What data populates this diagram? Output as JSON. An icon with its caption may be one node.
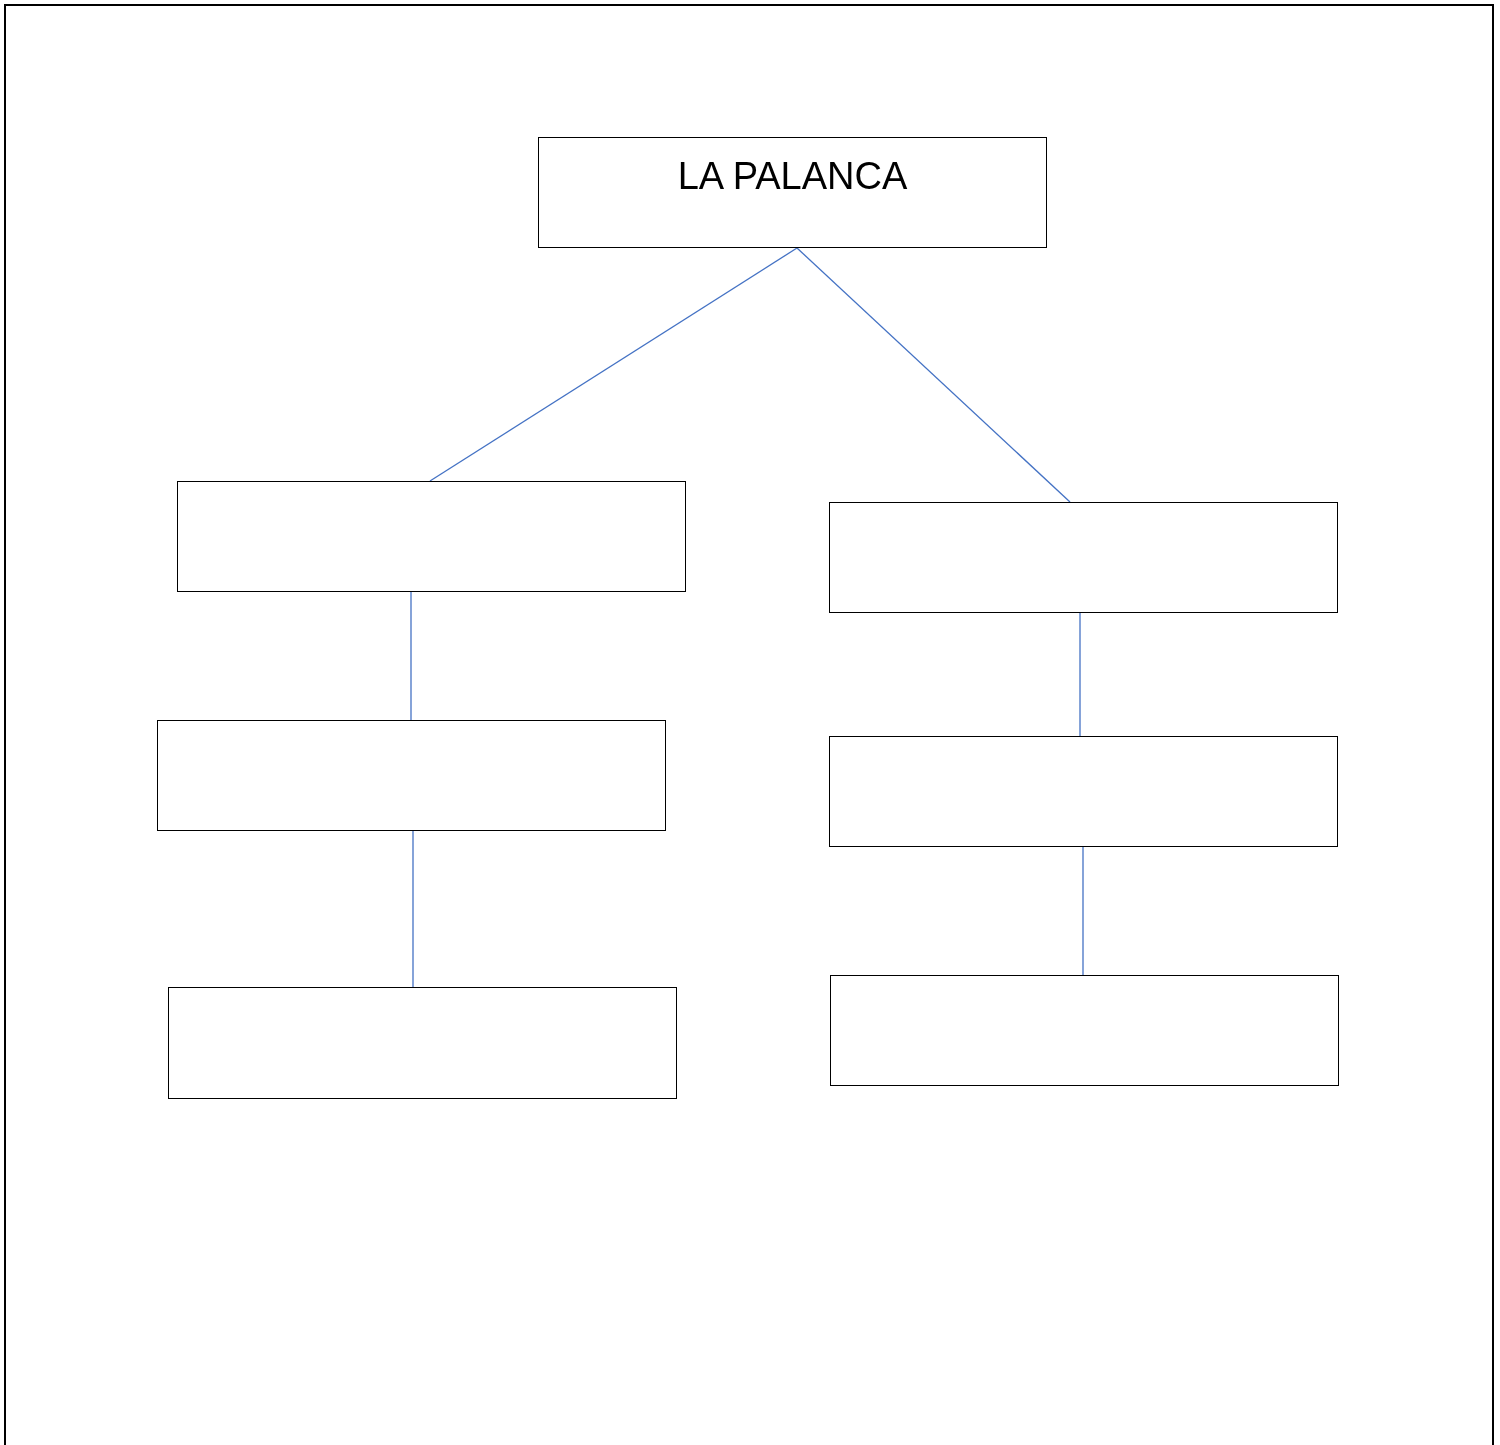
{
  "diagram": {
    "nodes": [
      {
        "text": [
          "LA PALANCA"
        ]
      },
      {
        "text": [],
        "shape": "box"
      },
      {
        "text": [],
        "shape": "box"
      },
      {
        "text": [],
        "shape": "box"
      },
      {
        "text": [],
        "shape": "box"
      },
      {
        "text": [],
        "shape": "box"
      },
      {
        "text": [],
        "shape": "box"
      }
    ],
    "edges": [
      {
        "from": 0,
        "to": 1,
        "arrow": "none",
        "color": "#4472c4"
      },
      {
        "from": 0,
        "to": 2,
        "arrow": "none",
        "color": "#4472c4"
      },
      {
        "from": 1,
        "to": 3,
        "arrow": "none",
        "color": "#4472c4"
      },
      {
        "from": 3,
        "to": 5,
        "arrow": "none",
        "color": "#4472c4"
      },
      {
        "from": 2,
        "to": 4,
        "arrow": "none",
        "color": "#4472c4"
      },
      {
        "from": 4,
        "to": 6,
        "arrow": "none",
        "color": "#4472c4"
      }
    ]
  }
}
